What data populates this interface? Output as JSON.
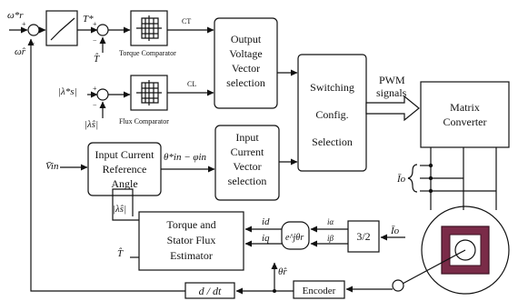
{
  "blocks": {
    "output_voltage": [
      "Output",
      "Voltage",
      "Vector",
      "selection"
    ],
    "switching": [
      "Switching",
      "Config.",
      "Selection"
    ],
    "matrix": [
      "Matrix",
      "Converter"
    ],
    "input_ref_angle": [
      "Input Current",
      "Reference",
      "Angle"
    ],
    "input_current_vec": [
      "Input",
      "Current",
      "Vector",
      "selection"
    ],
    "estimator": [
      "Torque and",
      "Stator Flux",
      "Estimator"
    ],
    "ratio": "3/2",
    "ddt": "d / dt",
    "encoder": "Encoder"
  },
  "captions": {
    "torque_comp": "Torque Comparator",
    "flux_comp": "Flux Comparator",
    "pwm": [
      "PWM",
      "signals"
    ]
  },
  "signals": {
    "omega_ref": "ω*r",
    "omega_hat": "ω̂r",
    "T_ref": "T*",
    "T_hat_fb": "T̂",
    "C_T": "CT",
    "C_L": "CL",
    "lambda_ref": "|λ*s|",
    "lambda_hat_fb": "|λ̂s|",
    "V_in": "V̄in",
    "theta_expr": "θ*in − φin",
    "I_o_out": "Īo",
    "lambda_hat_out": "|λ̂s|",
    "T_hat_out": "T̂",
    "i_d": "id",
    "i_q": "iq",
    "exp_theta": "e^jθr",
    "i_alpha": "iα",
    "i_beta": "iβ",
    "I_o_in": "Īo",
    "theta_hat": "θ̂r"
  },
  "signs": {
    "plus": "+",
    "minus": "−"
  }
}
